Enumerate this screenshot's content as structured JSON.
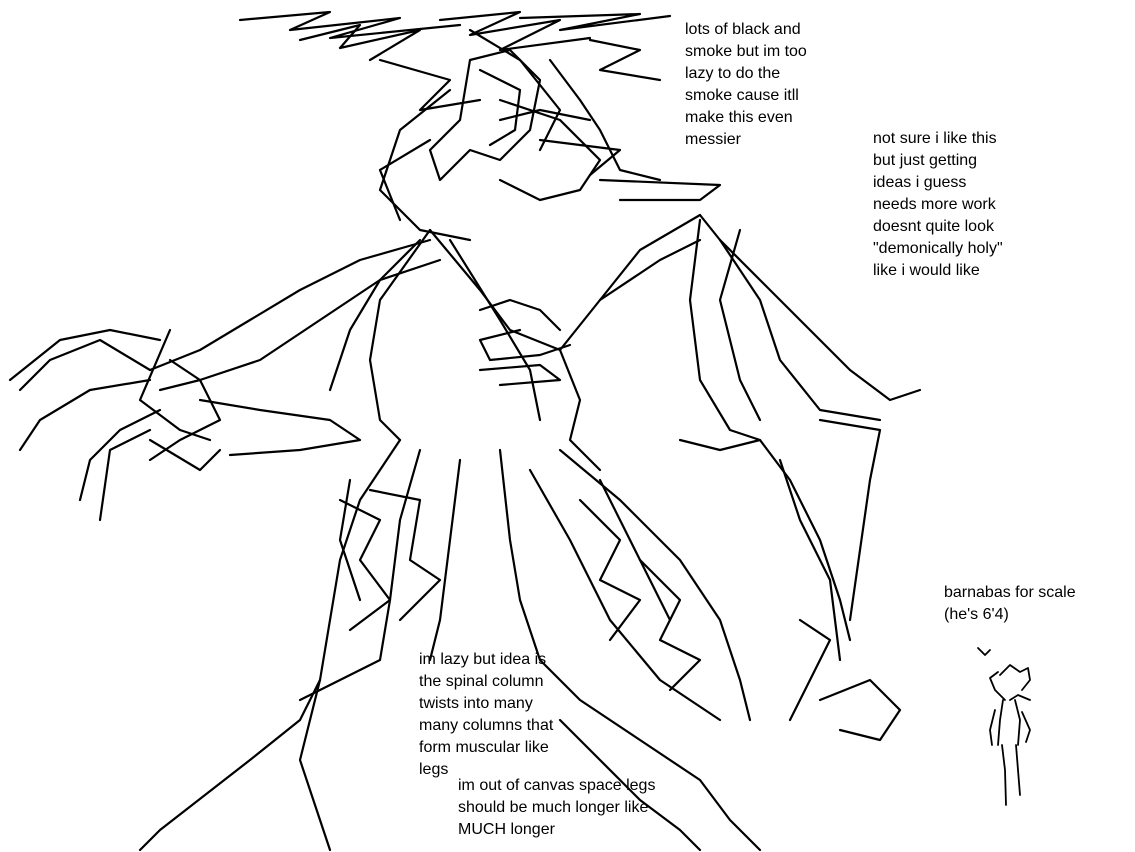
{
  "drawing": {
    "subject": "demon creature sketch",
    "ink_color": "#000000",
    "background_color": "#ffffff"
  },
  "annotations": {
    "smoke_note": "lots of black and\nsmoke but im too\nlazy to do the\nsmoke cause itll\nmake this even\nmessier",
    "unsure_note": "not sure i like this\nbut just getting\nideas i guess\nneeds more work\ndoesnt quite look\n\"demonically holy\"\nlike i would like",
    "scale_note": "barnabas for scale\n(he's 6'4)",
    "spine_note": "im lazy but idea is\nthe spinal column\ntwists into many\nmany columns that\nform muscular like\nlegs",
    "canvas_note": "im out of canvas space legs\nshould be much longer like\nMUCH longer"
  }
}
